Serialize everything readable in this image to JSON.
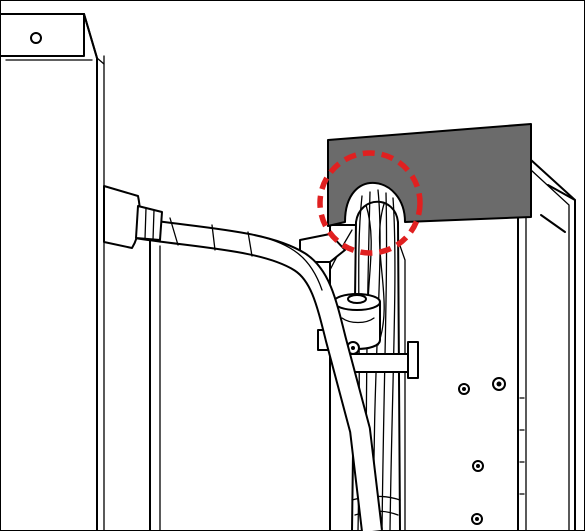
{
  "figure": {
    "highlight": {
      "shape": "dashed-circle",
      "color": "#e02020"
    },
    "colors": {
      "line": "#000000",
      "background": "#ffffff",
      "bracket": "#6b6b6b"
    },
    "parts": [
      "left-panel",
      "hose",
      "connector",
      "bracket",
      "cable-bundle",
      "rear-frame",
      "screws"
    ]
  }
}
